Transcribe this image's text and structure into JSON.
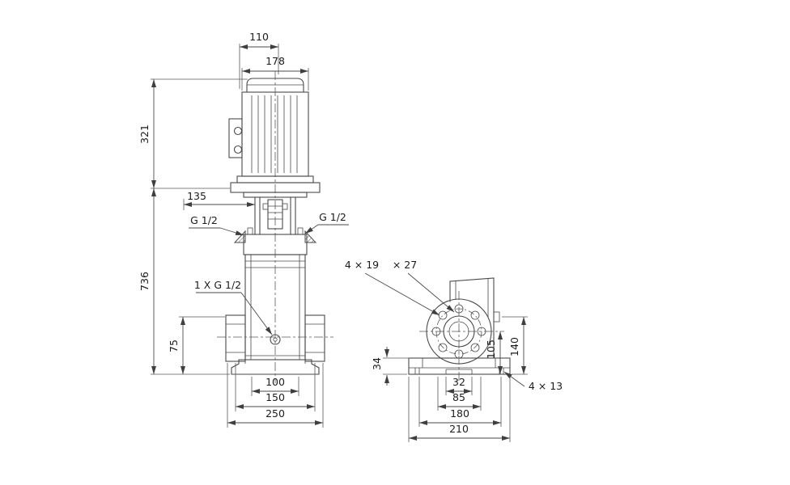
{
  "labels": {
    "front": {
      "dim_110": "110",
      "dim_178": "178",
      "dim_321": "321",
      "dim_135": "135",
      "port_left": "G 1/2",
      "port_right": "G 1/2",
      "dim_736": "736",
      "drain_port": "1 X G 1/2",
      "dim_75": "75",
      "dim_100": "100",
      "dim_150": "150",
      "dim_250": "250"
    },
    "side": {
      "flange_holes": "4 × 19",
      "flange_counterbore": "× 27",
      "dim_34": "34",
      "dim_105": "105",
      "dim_140": "140",
      "dim_32": "32",
      "dim_85": "85",
      "dim_180": "180",
      "dim_210": "210",
      "base_holes": "4 × 13"
    }
  },
  "colors": {
    "line": "#4a4a4a",
    "text": "#1c1c1c",
    "background": "#ffffff"
  }
}
